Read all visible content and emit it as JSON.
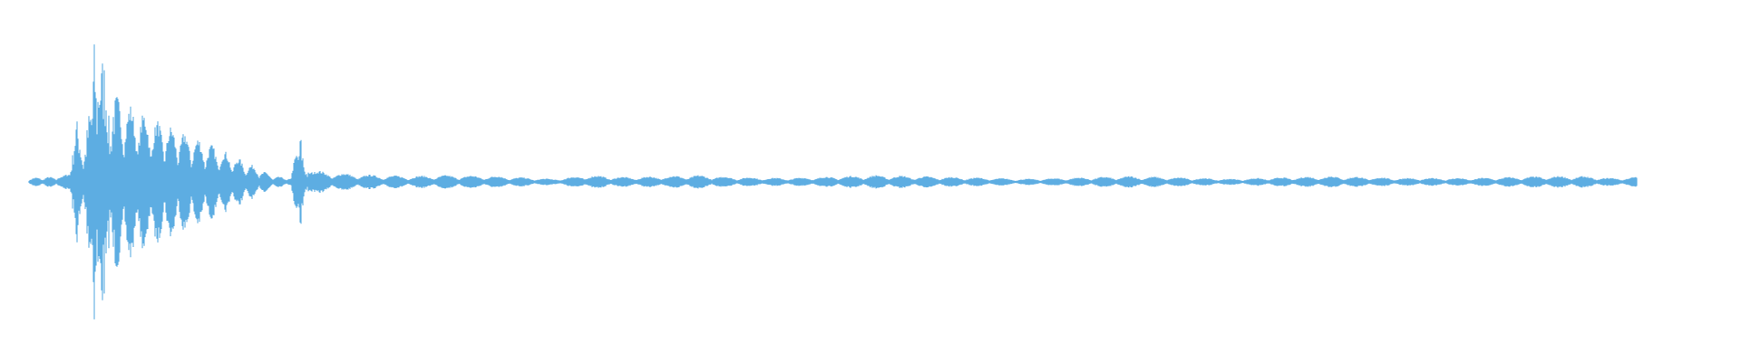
{
  "colors": {
    "waveform": "#5DADE2",
    "background": "#FFFFFF"
  },
  "chart_data": {
    "type": "area",
    "x_unit": "samples",
    "ylim": [
      -1,
      1
    ],
    "x_extent": [
      0,
      1780
    ],
    "envelope": {
      "x": [
        0,
        38,
        42,
        48,
        52,
        62,
        66,
        70,
        73,
        76,
        80,
        86,
        92,
        110,
        140,
        180,
        220,
        250,
        270,
        290,
        300,
        305,
        315,
        335,
        360,
        420,
        460,
        520,
        560,
        580,
        600,
        620,
        640,
        660,
        700,
        740,
        760,
        780,
        840,
        900,
        940,
        980,
        1030,
        1070,
        1100,
        1140,
        1180,
        1220,
        1260,
        1300,
        1330,
        1360,
        1400,
        1440,
        1480,
        1520,
        1560,
        1600,
        1640,
        1680,
        1720,
        1750,
        1780
      ],
      "amplitude": [
        0.02,
        0.03,
        0.05,
        0.15,
        0.27,
        0.22,
        0.3,
        0.35,
        1.0,
        0.85,
        0.55,
        0.5,
        0.46,
        0.4,
        0.32,
        0.24,
        0.15,
        0.08,
        0.03,
        0.02,
        0.27,
        0.12,
        0.06,
        0.05,
        0.04,
        0.03,
        0.035,
        0.03,
        0.02,
        0.015,
        0.025,
        0.035,
        0.03,
        0.025,
        0.03,
        0.035,
        0.03,
        0.025,
        0.02,
        0.03,
        0.035,
        0.03,
        0.025,
        0.02,
        0.015,
        0.02,
        0.025,
        0.03,
        0.025,
        0.02,
        0.015,
        0.02,
        0.025,
        0.03,
        0.025,
        0.02,
        0.02,
        0.02,
        0.025,
        0.03,
        0.03,
        0.02,
        0.025
      ]
    },
    "grid": false,
    "legend": "none"
  }
}
